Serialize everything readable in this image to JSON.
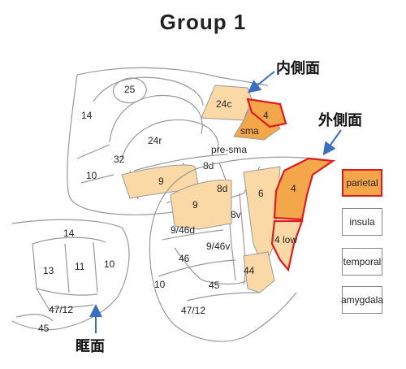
{
  "title": "Group  1",
  "view_labels": {
    "medial": "内側面",
    "lateral": "外側面",
    "orbital": "眶面"
  },
  "legend": [
    {
      "label": "parietal",
      "fill": "#f4a64a",
      "border": "#e01b1b"
    },
    {
      "label": "insula",
      "fill": "#ffffff",
      "border": "#888888"
    },
    {
      "label": "temporal",
      "fill": "#ffffff",
      "border": "#888888"
    },
    {
      "label": "amygdala",
      "fill": "#ffffff",
      "border": "#888888"
    }
  ],
  "colors": {
    "light_orange": "#fbd9a6",
    "orange": "#f4a64a",
    "red_outline": "#e01b1b",
    "outline": "#999999",
    "arrow": "#3a6fbf"
  },
  "medial_areas": [
    "25",
    "14",
    "24c",
    "4",
    "sma",
    "24r",
    "pre-sma",
    "32",
    "8d",
    "10",
    "9"
  ],
  "lateral_areas": [
    "8d",
    "6",
    "4",
    "9",
    "8v",
    "9/46d",
    "9/46v",
    "4 low",
    "46",
    "44",
    "10",
    "45",
    "47/12"
  ],
  "orbital_areas": [
    "14",
    "13",
    "11",
    "10",
    "47/12",
    "45"
  ]
}
